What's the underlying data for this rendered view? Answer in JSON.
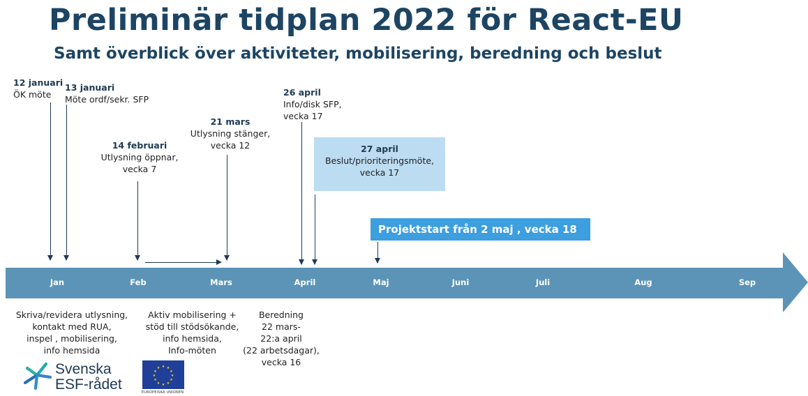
{
  "title": "Preliminär tidplan 2022 för React-EU",
  "subtitle": "Samt överblick över aktiviteter, mobilisering, beredning och beslut",
  "events": [
    {
      "date": "12 januari",
      "text": "ÖK möte"
    },
    {
      "date": "13 januari",
      "text": "Möte ordf/sekr. SFP"
    },
    {
      "date": "14 februari",
      "lines": [
        "Utlysning öppnar,",
        "vecka 7"
      ]
    },
    {
      "date": "21 mars",
      "lines": [
        "Utlysning stänger,",
        "vecka 12"
      ]
    },
    {
      "date": "26 april",
      "lines": [
        "Info/disk SFP,",
        "vecka 17"
      ]
    },
    {
      "date": "27 april",
      "lines": [
        "Beslut/prioriteringsmöte,",
        "vecka 17"
      ]
    }
  ],
  "project_start": "Projektstart från 2 maj , vecka 18",
  "months": [
    "Jan",
    "Feb",
    "Mars",
    "April",
    "Maj",
    "Juni",
    "Juli",
    "Aug",
    "Sep"
  ],
  "activities": [
    {
      "lines": [
        "Skriva/revidera utlysning,",
        "kontakt med RUA,",
        "inspel , mobilisering,",
        "info hemsida"
      ]
    },
    {
      "lines": [
        "Aktiv mobilisering +",
        "stöd till stödsökande,",
        "info hemsida,",
        "Info-möten"
      ]
    },
    {
      "lines": [
        "Beredning",
        "22 mars-",
        "22:a april",
        "(22 arbetsdagar),",
        "vecka 16"
      ]
    }
  ],
  "logo": {
    "line1": "Svenska",
    "line2": "ESF-rådet"
  },
  "eu_caption": "EUROPEISKA UNIONEN",
  "colors": {
    "title": "#1d4563",
    "timeline": "#5b94b6",
    "highlight_box": "#bcdcf1",
    "project_box": "#3d9ee0"
  }
}
